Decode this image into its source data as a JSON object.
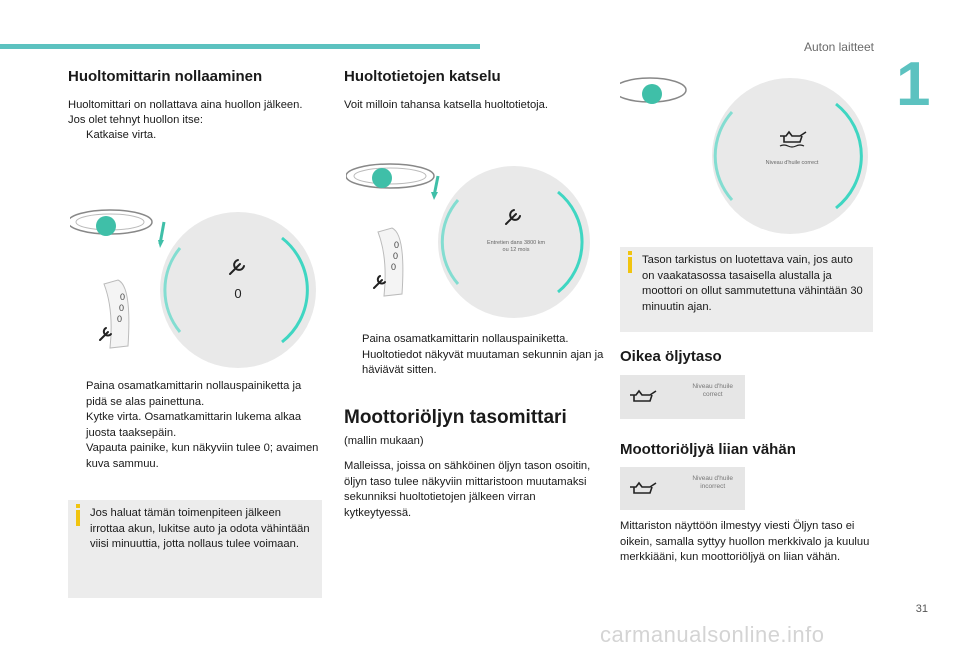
{
  "header": {
    "section_label": "Auton laitteet",
    "chapter_number": "1",
    "page_number": "31"
  },
  "watermark": "carmanualsonline.info",
  "col1": {
    "title": "Huoltomittarin nollaaminen",
    "intro": [
      "Huoltomittari on nollattava aina huollon jälkeen.",
      "Jos olet tehnyt huollon itse:"
    ],
    "bullet_char": "",
    "bullet1": "Katkaise virta.",
    "display_value": "0",
    "counter_digits": [
      "0",
      "0",
      "0"
    ],
    "steps": [
      "Paina osamatkamittarin nollauspainiketta ja pidä se alas painettuna.",
      "Kytke virta. Osamatkamittarin lukema alkaa juosta taaksepäin.",
      "Vapauta painike, kun näkyviin tulee 0; avaimen kuva sammuu."
    ],
    "note": "Jos haluat tämän toimenpiteen jälkeen irrottaa akun, lukitse auto ja odota vähintään viisi minuuttia, jotta nollaus tulee voimaan."
  },
  "col2": {
    "title": "Huoltotietojen katselu",
    "intro": "Voit milloin tahansa katsella huoltotietoja.",
    "display_line1": "Entretien dans 3800 km",
    "display_line2": "ou 12 mois",
    "counter_digits": [
      "0",
      "0",
      "0"
    ],
    "step": "Paina osamatkamittarin nollauspainiketta. Huoltotiedot näkyvät muutaman sekunnin ajan ja häviävät sitten.",
    "oil_title": "Moottoriöljyn tasomittari",
    "oil_sub": "(mallin mukaan)",
    "oil_text": "Malleissa, joissa on sähköinen öljyn tason osoitin, öljyn taso tulee näkyviin mittaristoon muutamaksi sekunniksi huoltotietojen jälkeen virran kytkeytyessä."
  },
  "col3": {
    "display_text": "Niveau d'huile correct",
    "note": "Tason tarkistus on luotettava vain, jos auto on vaakatasossa tasaisella alustalla ja moottori on ollut sammutettuna vähintään 30 minuutin ajan.",
    "correct_title": "Oikea öljytaso",
    "correct_line1": "Niveau d'huile",
    "correct_line2": "correct",
    "low_title": "Moottoriöljyä liian vähän",
    "low_line1": "Niveau d'huile",
    "low_line2": "incorrect",
    "low_text": "Mittariston näyttöön ilmestyy viesti Öljyn taso ei oikein, samalla syttyy huollon merkkivalo ja kuuluu merkkiääni, kun moottoriöljyä on liian vähän."
  },
  "colors": {
    "accent": "#5cc2c0",
    "note_bg": "#ececec",
    "warning": "#f1c40f"
  }
}
